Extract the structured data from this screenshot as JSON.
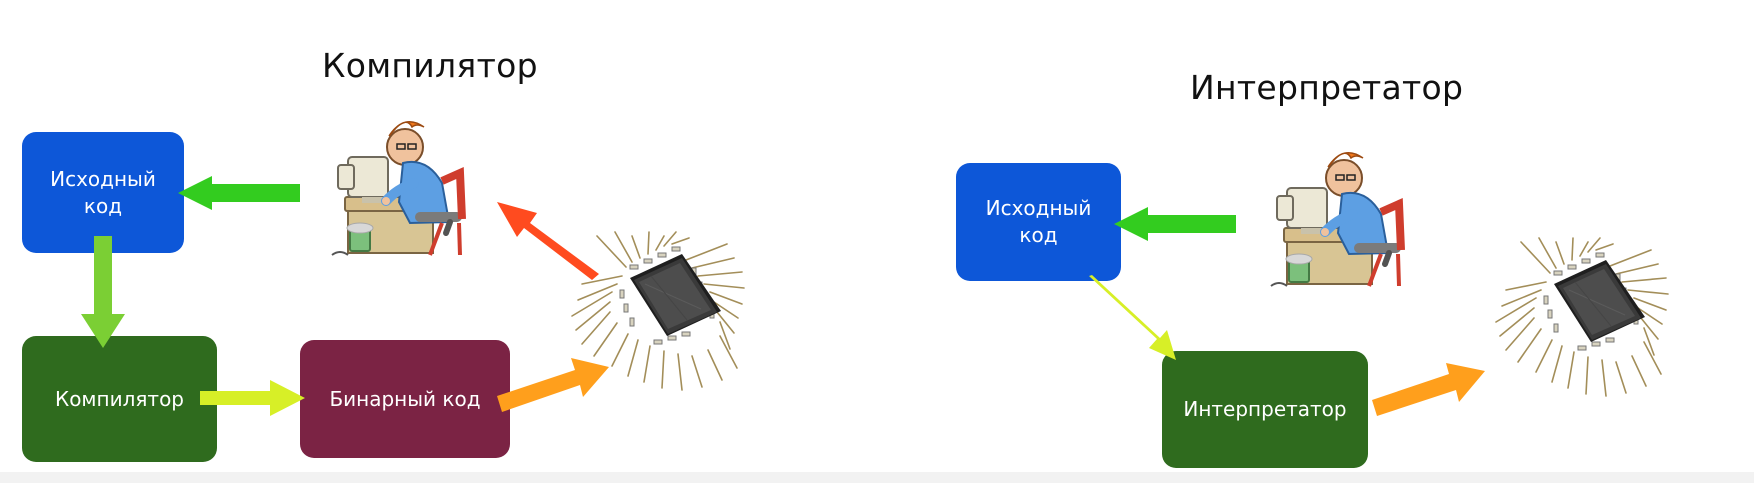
{
  "compiler_panel": {
    "title": "Компилятор",
    "source_box": "Исходный\nкод",
    "compiler_box": "Компилятор",
    "binary_box": "Бинарный код"
  },
  "interpreter_panel": {
    "title": "Интерпретатор",
    "source_box": "Исходный\nкод",
    "interpreter_box": "Интерпретатор"
  },
  "colors": {
    "source_box": "#0d57d8",
    "compiler_box": "#2f6b1e",
    "binary_box": "#7b2344",
    "arrow_green": "#33cc1f",
    "arrow_lime": "#d7ef27",
    "arrow_orange": "#ff9f1c",
    "arrow_red": "#ff4b1f"
  },
  "icons": {
    "programmer": "programmer-at-computer-icon",
    "chip": "microchip-icon"
  }
}
